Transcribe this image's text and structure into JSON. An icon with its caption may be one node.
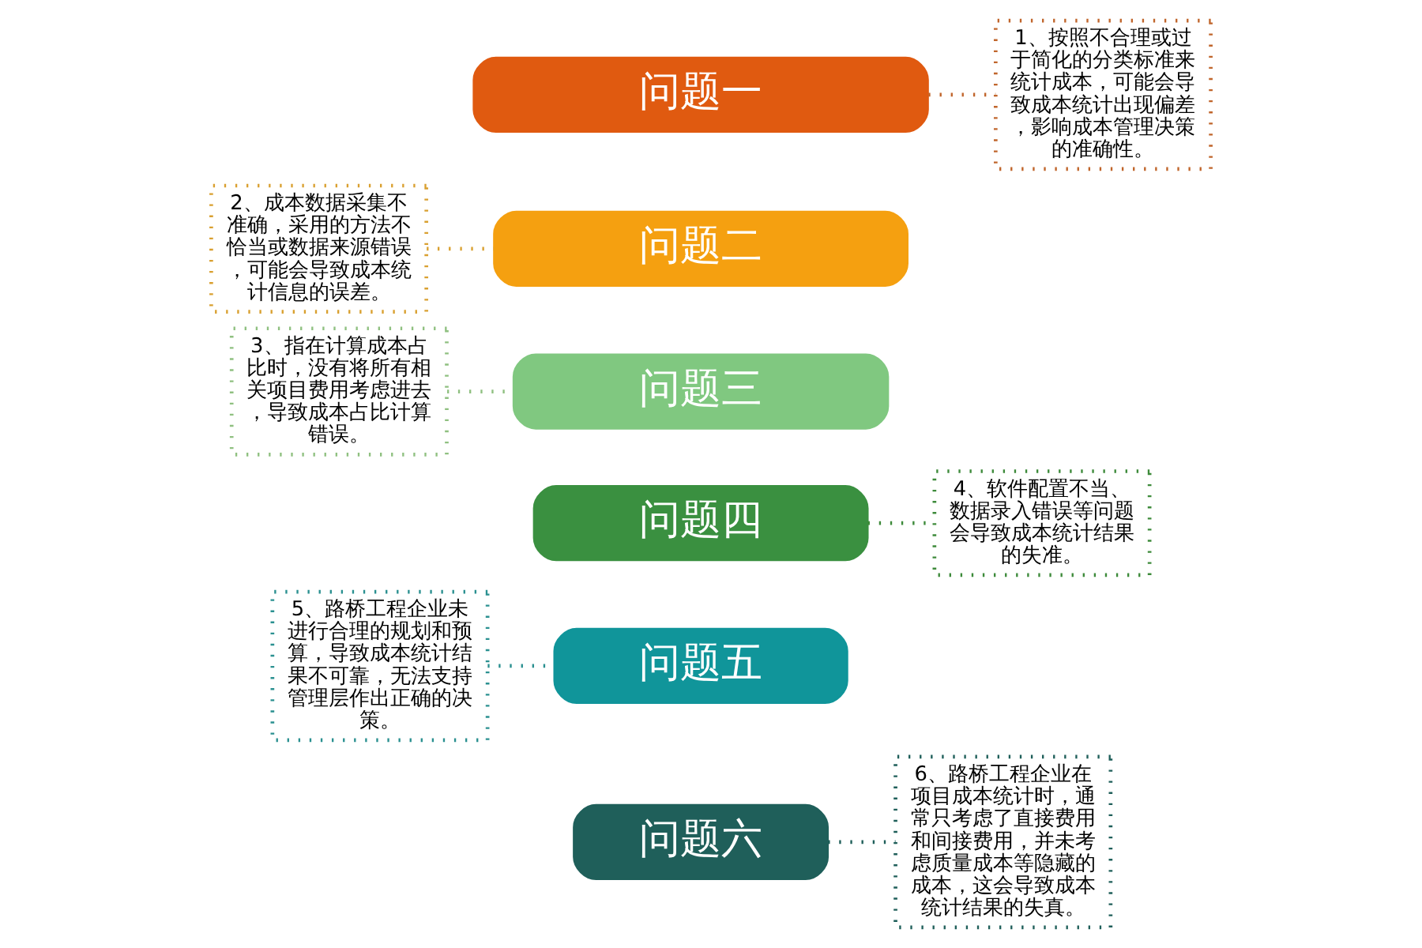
{
  "diagram": {
    "nodes": [
      {
        "text": [
          "2、成本数据采集不准确，采用的方法不恰当或数据来源错误，可能会导致成本统计信息的误差。"
        ]
      },
      {
        "text": [
          "问题一"
        ]
      },
      {
        "text": [
          "1、按照不合理或过于简化的分类标准来统计成本，可能会导致成本统计出现偏差，影响成本管理决策的准确性。"
        ]
      },
      {
        "text": [
          "问题二"
        ]
      },
      {
        "text": [
          "3、指在计算成本占比时，没有将所有相关项目费用考虑进去，导致成本占比计算错误。"
        ]
      },
      {
        "text": [
          "问题三"
        ]
      },
      {
        "text": [
          "4、软件配置不当、数据录入错误等问题会导致成本统计结果的失准。"
        ]
      },
      {
        "text": [
          "问题四"
        ]
      },
      {
        "text": [
          "问题五"
        ]
      },
      {
        "text": [
          "5、路桥工程企业未进行合理的规划和预算，导致成本统计结果不可靠，无法支持管理层作出正确的决策。"
        ]
      },
      {
        "text": [
          "问题六"
        ]
      },
      {
        "text": [
          "6、路桥工程企业在项目成本统计时，通常只考虑了直接费用和间接费用，并未考虑质量成本等隐藏的成本，这会导致成本统计结果的失真。"
        ]
      }
    ],
    "edges": [
      {
        "from": 1,
        "to": 2,
        "arrow": "none",
        "style": "dashed",
        "color": "#c0652b"
      },
      {
        "from": 0,
        "to": 3,
        "arrow": "none",
        "style": "dashed",
        "color": "#d9a030"
      },
      {
        "from": 4,
        "to": 5,
        "arrow": "none",
        "style": "dashed",
        "color": "#8fc080"
      },
      {
        "from": 7,
        "to": 6,
        "arrow": "none",
        "style": "dashed",
        "color": "#3d8a3a"
      },
      {
        "from": 9,
        "to": 8,
        "arrow": "none",
        "style": "dashed",
        "color": "#2a9090"
      },
      {
        "from": 10,
        "to": 11,
        "arrow": "none",
        "style": "dashed",
        "color": "#1f5f5a"
      }
    ]
  }
}
